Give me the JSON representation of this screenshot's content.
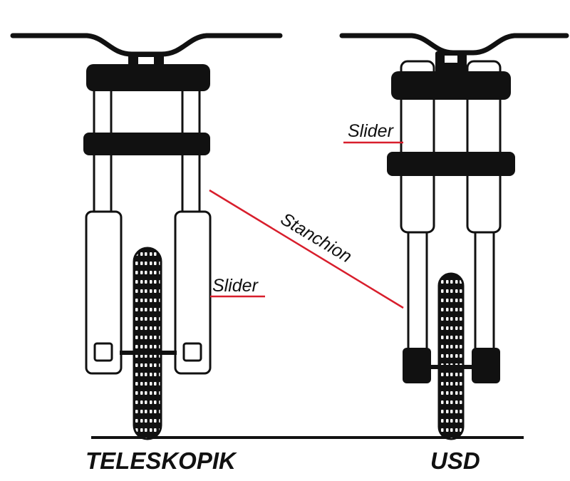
{
  "labels": {
    "slider_left": "Slider",
    "slider_right": "Slider",
    "stanchion": "Stanchion",
    "caption_left": "TELESKOPIK",
    "caption_right": "USD"
  },
  "colors": {
    "ink": "#111111",
    "leader": "#d81e2c",
    "background": "#ffffff"
  }
}
